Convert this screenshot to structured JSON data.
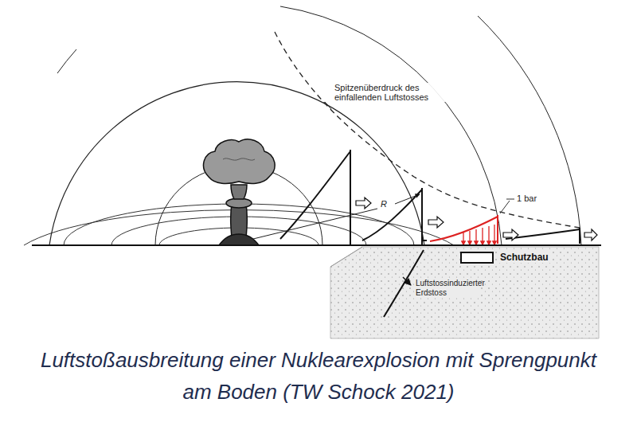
{
  "diagram": {
    "caption": "Luftstoßausbreitung einer Nuklearexplosion mit Sprengpunkt am Boden (TW Schock 2021)",
    "nodes": [
      {
        "text": [
          "Schutzbau"
        ]
      }
    ],
    "labels": [
      "Spitzenüberdruck des einfallenden Luftstosses",
      "R",
      "1 bar",
      "Luftstossinduzierter Erdstoss"
    ]
  }
}
